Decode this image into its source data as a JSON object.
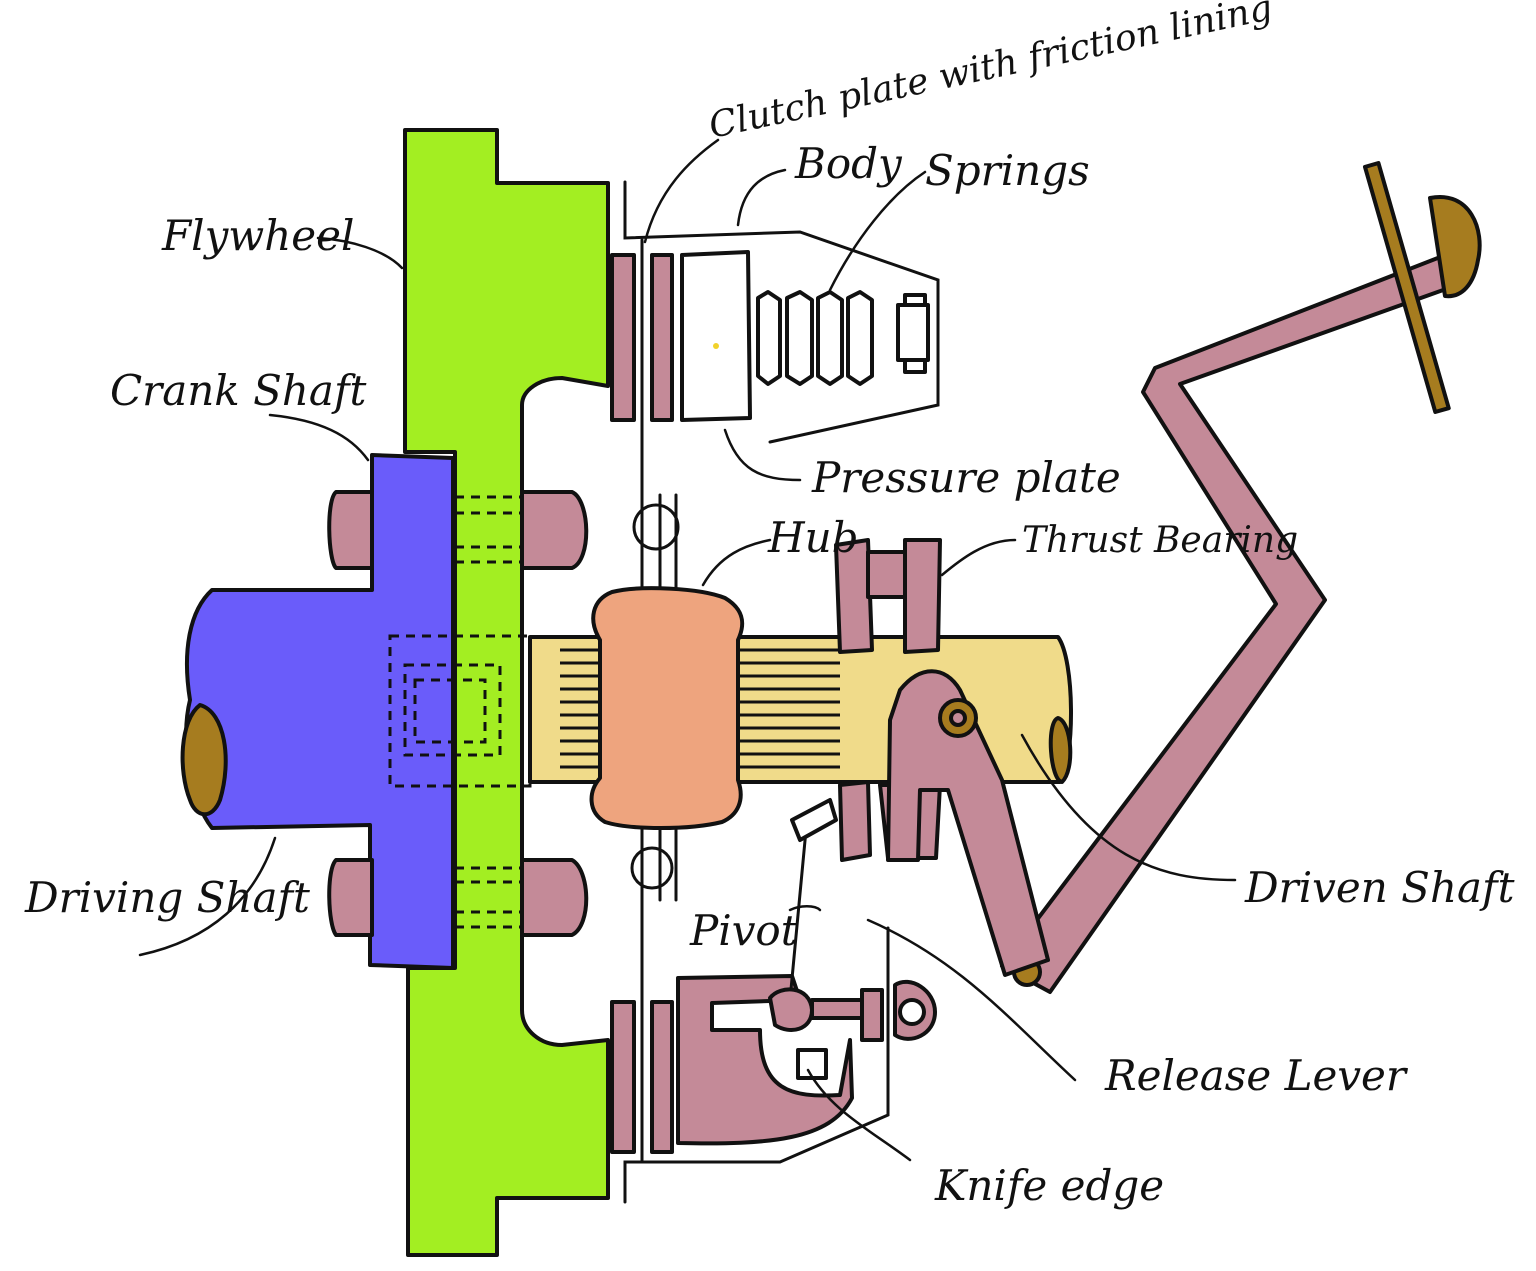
{
  "colors": {
    "flywheel": "#a3ee22",
    "driving_shaft": "#6a5cfa",
    "bolts_and_levers": "#c48a98",
    "driven_shaft": "#f0db8a",
    "hub": "#eea47e",
    "shaft_end": "#a67c1f",
    "outline": "#111111"
  },
  "labels": {
    "clutch_plate": "Clutch plate with friction lining",
    "body": "Body",
    "springs": "Springs",
    "flywheel": "Flywheel",
    "crank_shaft": "Crank Shaft",
    "pressure_plate": "Pressure plate",
    "hub": "Hub",
    "thrust_bearing": "Thrust Bearing",
    "driving_shaft": "Driving Shaft",
    "pivot": "Pivot",
    "driven_shaft": "Driven Shaft",
    "release_lever": "Release Lever",
    "knife_edge": "Knife edge"
  }
}
